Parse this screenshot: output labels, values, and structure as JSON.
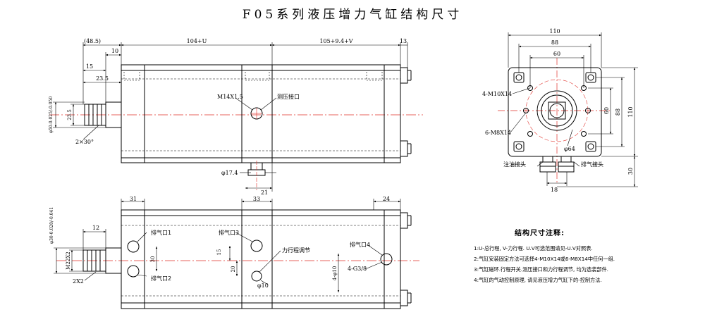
{
  "title": "F05系列液压增力气缸结构尺寸",
  "front_view": {
    "dims": {
      "d48_5": "(48.5)",
      "d10": "10",
      "d104": "104+U",
      "d105": "105+9.4+V",
      "d13": "13",
      "d15": "15",
      "d23_5a": "23.5",
      "d23_5b": "23.5",
      "d50": "φ50-0.025/-0.050",
      "chamfer": "2×30°",
      "phi17": "φ17.4",
      "d21": "21"
    },
    "labels": {
      "m14": "M14X1.5",
      "pressure_port": "测压接口"
    }
  },
  "side_view": {
    "dims": {
      "d110w": "110",
      "d88w": "88",
      "d60w": "60",
      "d60h": "60",
      "d88h": "88",
      "d110h": "110",
      "d30": "30",
      "phi64": "φ64",
      "d18": "18"
    },
    "labels": {
      "m10": "4-M10X14",
      "m8": "6-M8X14",
      "oil_in": "注油接头",
      "vent": "排气接头"
    }
  },
  "bottom_view": {
    "dims": {
      "d31": "31",
      "d33": "33",
      "d24": "24",
      "d12": "12",
      "d30phi": "φ30-0.020/-0.041",
      "m22": "M22X2",
      "c2": "2X2",
      "d15": "15",
      "d30": "30",
      "d20": "20",
      "phi10": "φ10",
      "phi10b": "4-φ10",
      "g38": "4-G3/8"
    },
    "labels": {
      "ex1": "排气口1",
      "ex2": "排气口2",
      "ex3": "排气口3",
      "ex4": "排气口4",
      "stroke_adj": "力行程调节"
    }
  },
  "notes": {
    "heading": "结构尺寸注释:",
    "lines": [
      "1:U-总行程, V-力行程. U.V可选范围请见-U.V对照表.",
      "2:气缸安装固定方法可选择4-M10X14或6-M8X14中任何一组.",
      "3:气缸磁环.行程开关.测压接口和力行程调节, 均为选装部件.",
      "4:气缸的气动控制原理, 请见液压增力气缸下的-控制方法."
    ]
  },
  "colors": {
    "line": "#000000",
    "center_line": "#e0302a",
    "background": "#ffffff"
  }
}
